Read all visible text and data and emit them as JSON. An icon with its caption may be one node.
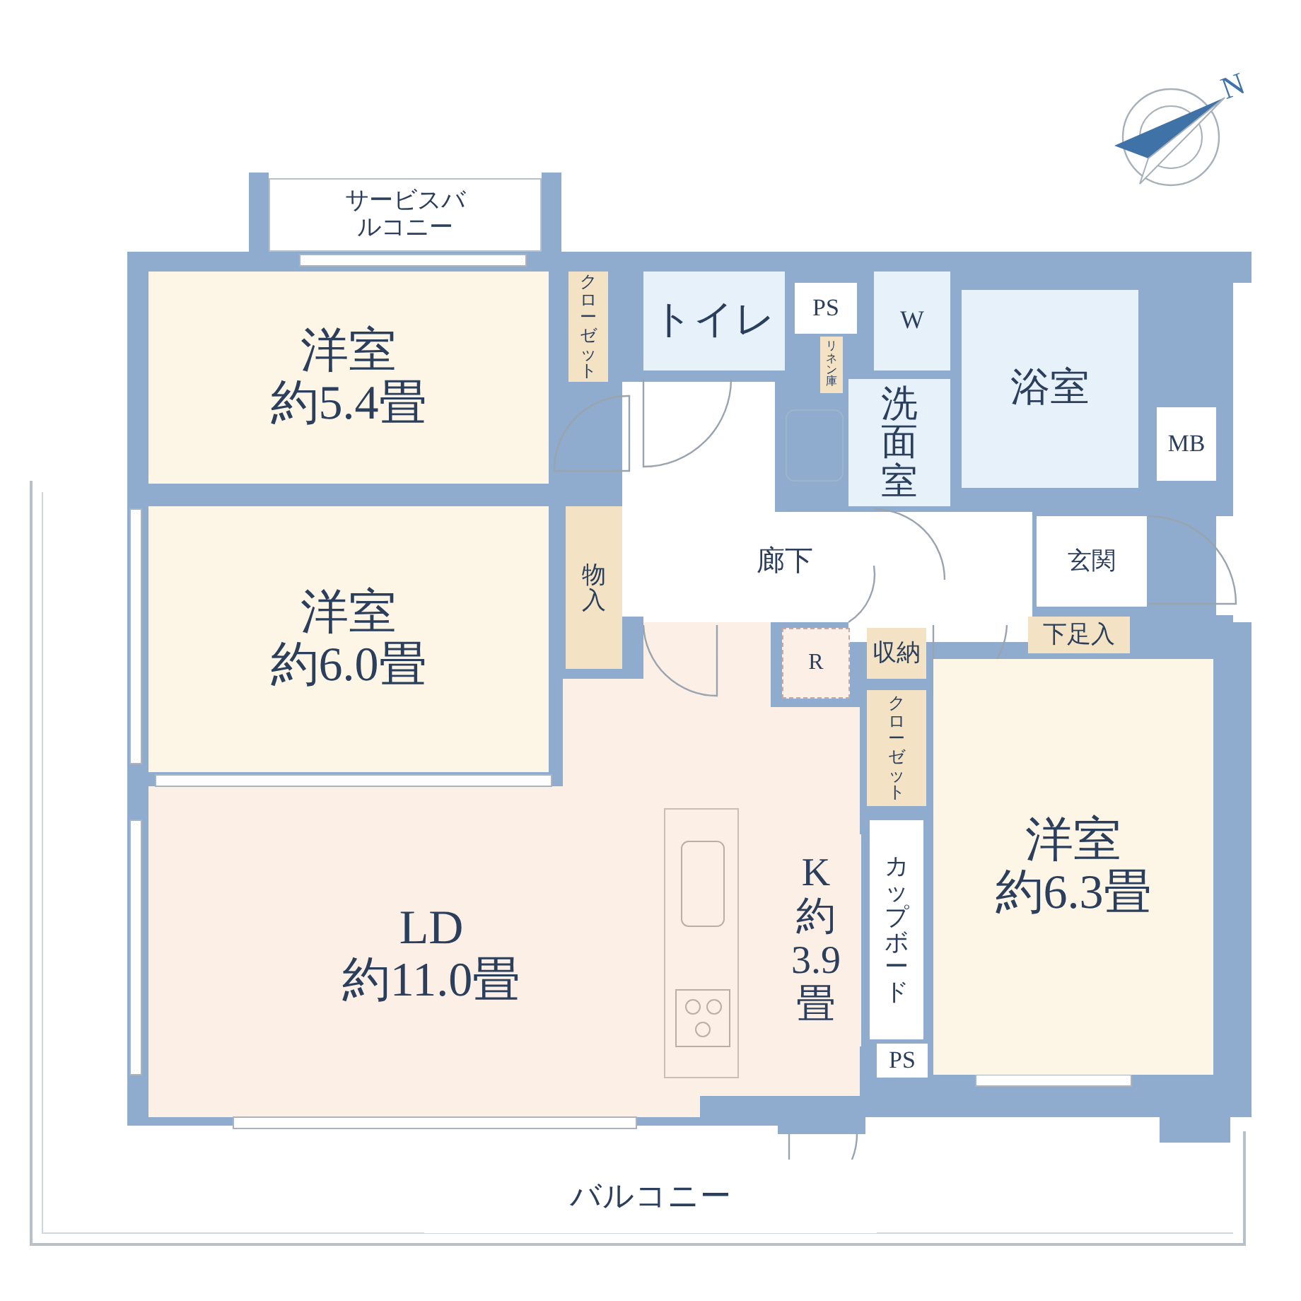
{
  "diagram": {
    "nodes": [
      {
        "text": [
          "サービスバルコニー"
        ]
      },
      {
        "text": [
          "洋室",
          "約5.4畳"
        ]
      },
      {
        "text": [
          "クローゼット"
        ]
      },
      {
        "text": [
          "トイレ"
        ]
      },
      {
        "text": [
          "PS"
        ]
      },
      {
        "text": [
          "W"
        ]
      },
      {
        "text": [
          "リネン庫"
        ]
      },
      {
        "text": [
          "洗面室"
        ]
      },
      {
        "text": [
          "浴室"
        ]
      },
      {
        "text": [
          "MB"
        ]
      },
      {
        "text": [
          "洋室",
          "約6.0畳"
        ]
      },
      {
        "text": [
          "物入"
        ]
      },
      {
        "text": [
          "廊下"
        ]
      },
      {
        "text": [
          "玄関"
        ]
      },
      {
        "text": [
          "R"
        ]
      },
      {
        "text": [
          "収納"
        ]
      },
      {
        "text": [
          "下足入"
        ]
      },
      {
        "text": [
          "クローゼット"
        ]
      },
      {
        "text": [
          "LD",
          "約11.0畳"
        ]
      },
      {
        "text": [
          "K",
          "約3.9畳"
        ]
      },
      {
        "text": [
          "カップボード"
        ]
      },
      {
        "text": [
          "洋室",
          "約6.3畳"
        ]
      },
      {
        "text": [
          "PS"
        ]
      },
      {
        "text": [
          "バルコニー"
        ]
      }
    ],
    "labels": [
      "N"
    ]
  }
}
